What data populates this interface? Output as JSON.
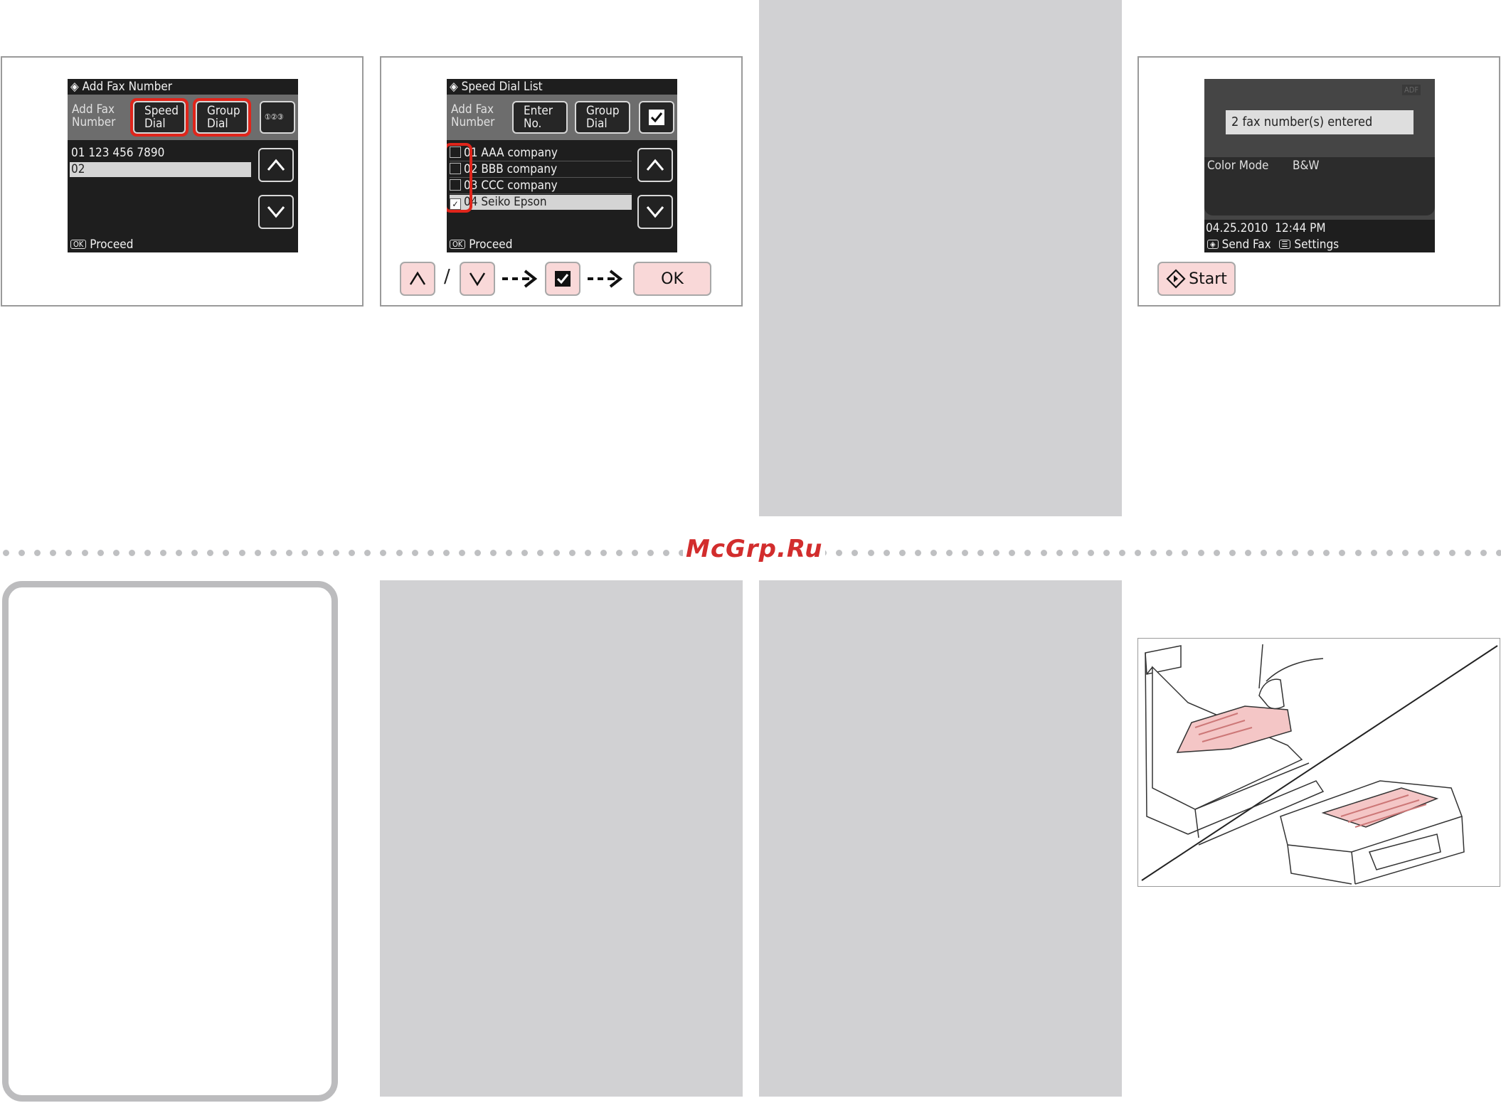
{
  "panel1": {
    "title": "Add Fax Number",
    "left_label_1": "Add Fax",
    "left_label_2": "Number",
    "speed_dial_1": "Speed",
    "speed_dial_2": "Dial",
    "group_dial_1": "Group",
    "group_dial_2": "Dial",
    "entry_1": "01 123 456 7890",
    "entry_2": "02",
    "footer": "Proceed",
    "ok_key": "OK"
  },
  "panel2": {
    "title": "Speed Dial List",
    "left_label_1": "Add Fax",
    "left_label_2": "Number",
    "enter_no_1": "Enter",
    "enter_no_2": "No.",
    "group_dial_1": "Group",
    "group_dial_2": "Dial",
    "list": [
      {
        "text": "01 AAA company",
        "checked": false
      },
      {
        "text": "02 BBB company",
        "checked": false
      },
      {
        "text": "03 CCC company",
        "checked": false
      },
      {
        "text": "04 Seiko Epson",
        "checked": true
      }
    ],
    "footer": "Proceed",
    "ok_key": "OK",
    "separator": "/",
    "ok_button": "OK"
  },
  "panel3": {
    "adf": "ADF",
    "message": "2 fax number(s) entered",
    "color_mode_label": "Color Mode",
    "color_mode_value": "B&W",
    "datetime": "04.25.2010  12:44 PM",
    "send_fax": "Send Fax",
    "settings": "Settings",
    "start_button": "Start"
  },
  "watermark": "McGrp.Ru",
  "colors": {
    "highlight": "#e0251b",
    "button_fill": "#f9d8d8",
    "gray_box": "#d1d1d3"
  }
}
